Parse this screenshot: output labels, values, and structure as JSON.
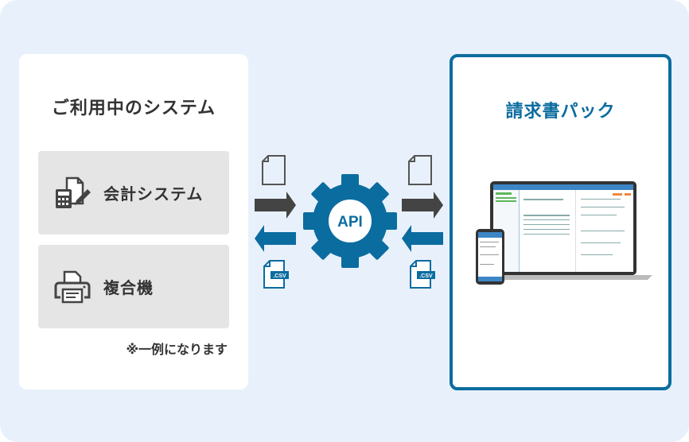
{
  "left_panel": {
    "title": "ご利用中のシステム",
    "systems": [
      {
        "label": "会計システム",
        "icon": "accounting-icon"
      },
      {
        "label": "複合機",
        "icon": "printer-icon"
      }
    ],
    "note": "※一例になります"
  },
  "center": {
    "gear_label": "API",
    "csv_label": ".CSV",
    "colors": {
      "blue": "#0b6c9f",
      "dark": "#444444"
    }
  },
  "right_panel": {
    "title": "請求書パック"
  }
}
